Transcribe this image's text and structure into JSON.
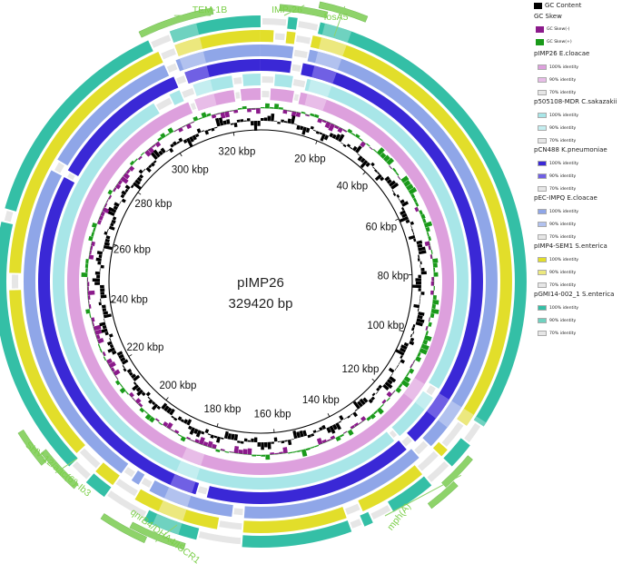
{
  "plasmid": {
    "name": "pIMP26",
    "size": "329420 bp"
  },
  "ticks": [
    "20 kbp",
    "40 kbp",
    "60 kbp",
    "80 kbp",
    "100 kbp",
    "120 kbp",
    "140 kbp",
    "160 kbp",
    "180 kbp",
    "200 kbp",
    "220 kbp",
    "240 kbp",
    "260 kbp",
    "280 kbp",
    "300 kbp",
    "320 kbp"
  ],
  "legend": {
    "gc_content": {
      "label": "GC Content",
      "color": "#000000"
    },
    "gc_skew": {
      "label": "GC Skew",
      "items": [
        {
          "label": "GC Skew(-)",
          "color": "#8b1a8b"
        },
        {
          "label": "GC Skew(+)",
          "color": "#1a9a1a"
        }
      ]
    },
    "identity_labels": [
      "100% identity",
      "90% identity",
      "70% identity"
    ],
    "rings": [
      {
        "label": "pIMP26 E.cloacae",
        "colors": [
          "#dda0dd",
          "#e8bde8",
          "#e6e6e6"
        ]
      },
      {
        "label": "p505108-MDR C.sakazakii",
        "colors": [
          "#a8e6e8",
          "#c4eef0",
          "#e6e6e6"
        ]
      },
      {
        "label": "pCN488 K.pneumoniae",
        "colors": [
          "#3a28d6",
          "#7060e4",
          "#e6e6e6"
        ]
      },
      {
        "label": "pEC-IMPQ E.cloacae",
        "colors": [
          "#8fa6e8",
          "#b2c2ef",
          "#e6e6e6"
        ]
      },
      {
        "label": "pIMP4-SEM1 S.enterica",
        "colors": [
          "#e2de2a",
          "#ece87e",
          "#e6e6e6"
        ]
      },
      {
        "label": "pGMI14-002_1 S.enterica",
        "colors": [
          "#34bfa6",
          "#6fd2c0",
          "#e6e6e6"
        ]
      }
    ]
  },
  "genes": [
    {
      "label": "TEM-1B"
    },
    {
      "label": "IMP-26"
    },
    {
      "label": "fosA5"
    },
    {
      "label": "mph(A)"
    },
    {
      "label": "qnrB4/DHA4/ISCR1"
    },
    {
      "label": "SHV-12/aac(6')-Ib3"
    }
  ],
  "colors": {
    "gene": "#8ed36a",
    "gene_text": "#7ccf4a",
    "backbone": "#000000"
  }
}
